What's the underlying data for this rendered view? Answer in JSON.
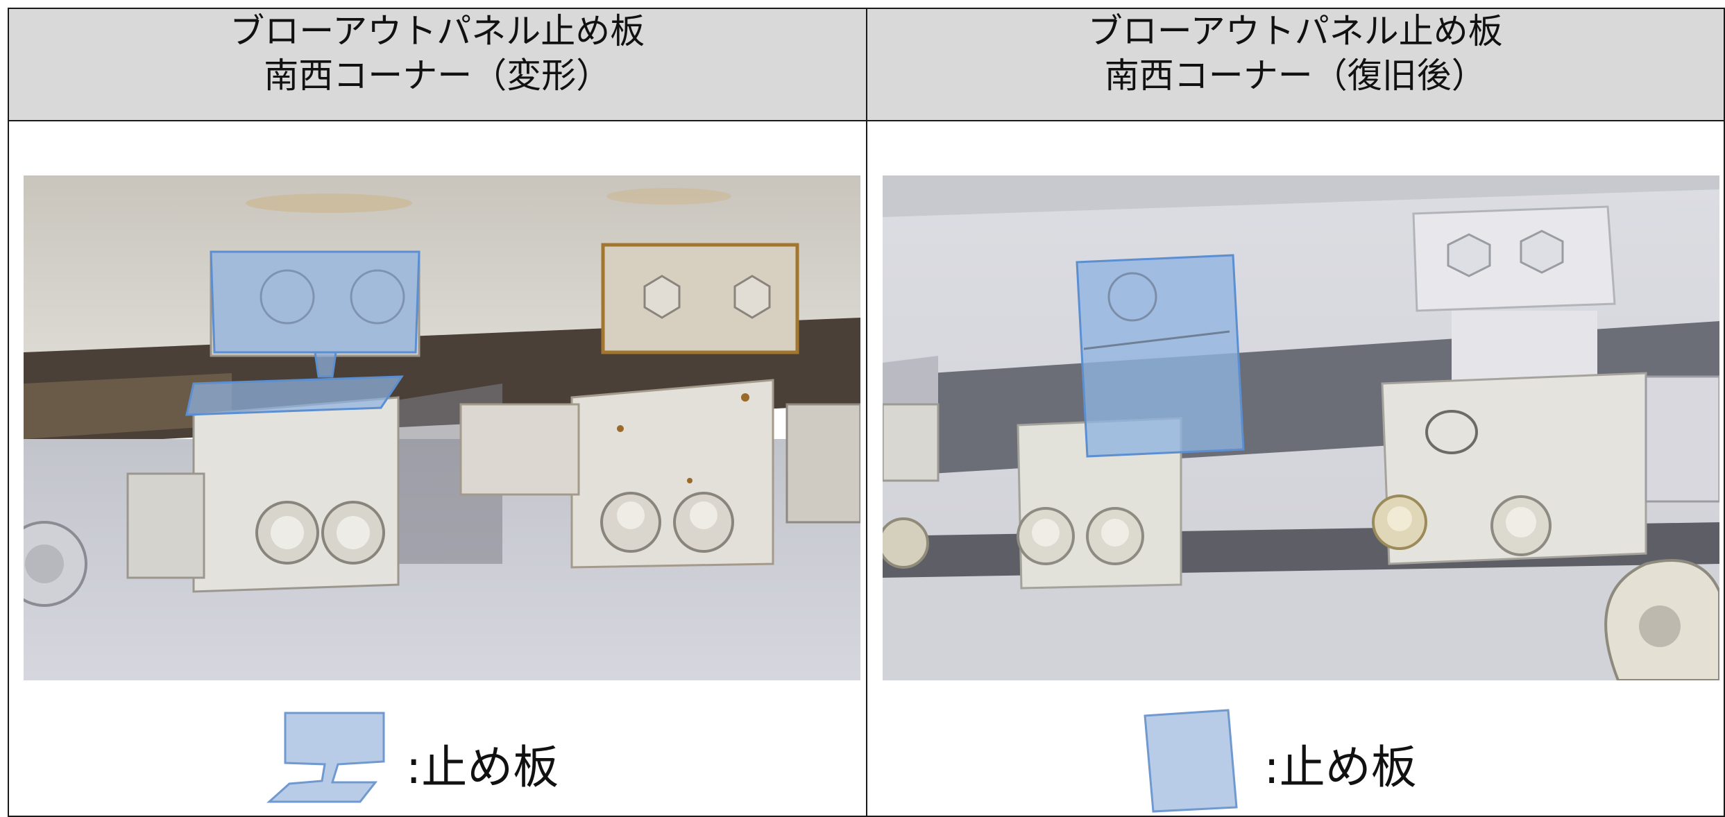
{
  "panels": [
    {
      "title_line1": "ブローアウトパネル止め板",
      "title_line2": "南西コーナー（変形）",
      "photo_icon": "deformed-stop-plate-photo-icon",
      "legend_label": ":止め板",
      "legend_icon": "deformed-plate-legend-icon"
    },
    {
      "title_line1": "ブローアウトパネル止め板",
      "title_line2": "南西コーナー（復旧後）",
      "photo_icon": "restored-stop-plate-photo-icon",
      "legend_label": ":止め板",
      "legend_icon": "restored-plate-legend-icon"
    }
  ],
  "colors": {
    "header_bg": "#d9d9d9",
    "highlight_fill": "#8fb3e0",
    "highlight_stroke": "#5b8fd1",
    "border": "#1a1a1a"
  }
}
